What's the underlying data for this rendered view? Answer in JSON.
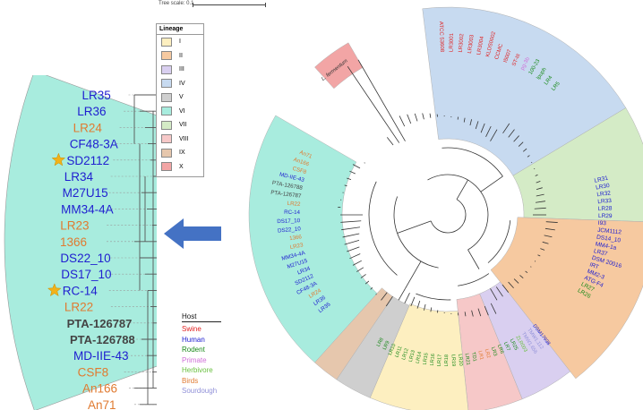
{
  "tree_scale": {
    "label": "Tree scale: 0.1"
  },
  "lineage_legend": {
    "title": "Lineage",
    "items": [
      {
        "label": "I",
        "color": "#fdefc0"
      },
      {
        "label": "II",
        "color": "#f6c9a0"
      },
      {
        "label": "III",
        "color": "#d9cff0"
      },
      {
        "label": "IV",
        "color": "#c7daf0"
      },
      {
        "label": "V",
        "color": "#cfcfcf"
      },
      {
        "label": "VI",
        "color": "#a8ecde"
      },
      {
        "label": "VII",
        "color": "#d4ebc6"
      },
      {
        "label": "VIII",
        "color": "#f6c8c8"
      },
      {
        "label": "IX",
        "color": "#e6c7ad"
      },
      {
        "label": "X",
        "color": "#f2a5a5"
      }
    ]
  },
  "host_legend": {
    "title": "Host",
    "items": [
      {
        "label": "Swine",
        "color": "#e02020"
      },
      {
        "label": "Human",
        "color": "#2020d0"
      },
      {
        "label": "Rodent",
        "color": "#1a8a1a"
      },
      {
        "label": "Primate",
        "color": "#d070d8"
      },
      {
        "label": "Herbivore",
        "color": "#6ac040"
      },
      {
        "label": "Birds",
        "color": "#e07a30"
      },
      {
        "label": "Sourdough",
        "color": "#9090d8"
      }
    ]
  },
  "zoom_panel": {
    "strains": [
      {
        "label": "LR35",
        "color": "#2020d0"
      },
      {
        "label": "LR36",
        "color": "#2020d0"
      },
      {
        "label": "LR24",
        "color": "#e07a30"
      },
      {
        "label": "CF48-3A",
        "color": "#2020d0"
      },
      {
        "label": "SD2112",
        "color": "#2020d0",
        "star": true
      },
      {
        "label": "LR34",
        "color": "#2020d0"
      },
      {
        "label": "M27U15",
        "color": "#2020d0"
      },
      {
        "label": "MM34-4A",
        "color": "#2020d0"
      },
      {
        "label": "LR23",
        "color": "#e07a30"
      },
      {
        "label": "1366",
        "color": "#e07a30"
      },
      {
        "label": "DS22_10",
        "color": "#2020d0"
      },
      {
        "label": "DS17_10",
        "color": "#2020d0"
      },
      {
        "label": "RC-14",
        "color": "#2020d0",
        "star": true
      },
      {
        "label": "LR22",
        "color": "#e07a30"
      },
      {
        "label": "PTA-126787",
        "color": "#444444",
        "bold": true
      },
      {
        "label": "PTA-126788",
        "color": "#444444",
        "bold": true
      },
      {
        "label": "MD-IIE-43",
        "color": "#2020d0"
      },
      {
        "label": "CSF8",
        "color": "#e07a30"
      },
      {
        "label": "An166",
        "color": "#e07a30"
      },
      {
        "label": "An71",
        "color": "#e07a30"
      }
    ]
  },
  "tree": {
    "outgroup_label": "L. fermentum",
    "right_labels": [
      {
        "label": "LR31",
        "color": "#2020d0"
      },
      {
        "label": "LR30",
        "color": "#2020d0"
      },
      {
        "label": "LR32",
        "color": "#2020d0"
      },
      {
        "label": "LR33",
        "color": "#2020d0"
      },
      {
        "label": "LR28",
        "color": "#2020d0"
      },
      {
        "label": "LR29",
        "color": "#2020d0"
      },
      {
        "label": "I93",
        "color": "#2020d0"
      },
      {
        "label": "JCM1112",
        "color": "#2020d0"
      },
      {
        "label": "DS14_10",
        "color": "#2020d0"
      },
      {
        "label": "MM4-1a",
        "color": "#2020d0"
      },
      {
        "label": "LR37",
        "color": "#2020d0"
      },
      {
        "label": "DSM 20016",
        "color": "#2020d0"
      },
      {
        "label": "IRT",
        "color": "#2020d0"
      },
      {
        "label": "MM2-3",
        "color": "#2020d0"
      },
      {
        "label": "ATG-F4",
        "color": "#2020d0"
      },
      {
        "label": "LR27",
        "color": "#1a8a1a"
      },
      {
        "label": "LR26",
        "color": "#1a8a1a"
      }
    ],
    "top_labels": [
      {
        "label": "ATCC 53608",
        "color": "#e02020"
      },
      {
        "label": "LR3001",
        "color": "#e02020"
      },
      {
        "label": "LR3002",
        "color": "#e02020"
      },
      {
        "label": "LR3003",
        "color": "#e02020"
      },
      {
        "label": "LR3004",
        "color": "#e02020"
      },
      {
        "label": "KLDS0002",
        "color": "#e02020"
      },
      {
        "label": "CCMC",
        "color": "#e02020"
      },
      {
        "label": "I5007",
        "color": "#e02020"
      },
      {
        "label": "ST-III",
        "color": "#e02020"
      },
      {
        "label": "pg-3b",
        "color": "#d070d8"
      },
      {
        "label": "100-23",
        "color": "#1a8a1a"
      },
      {
        "label": "lpuph",
        "color": "#1a8a1a"
      },
      {
        "label": "LR4",
        "color": "#1a8a1a"
      },
      {
        "label": "LR5",
        "color": "#1a8a1a"
      }
    ],
    "inner_labels": [
      {
        "label": "LR35",
        "color": "#2020d0"
      },
      {
        "label": "LR36",
        "color": "#2020d0"
      },
      {
        "label": "LR24",
        "color": "#e07a30"
      },
      {
        "label": "CF48-3A",
        "color": "#2020d0"
      },
      {
        "label": "SD2112",
        "color": "#2020d0"
      },
      {
        "label": "LR34",
        "color": "#2020d0"
      },
      {
        "label": "M27U15",
        "color": "#2020d0"
      },
      {
        "label": "MM34-4A",
        "color": "#2020d0"
      },
      {
        "label": "LR23",
        "color": "#e07a30"
      },
      {
        "label": "1366",
        "color": "#e07a30"
      },
      {
        "label": "DS22_10",
        "color": "#2020d0"
      },
      {
        "label": "DS17_10",
        "color": "#2020d0"
      },
      {
        "label": "RC-14",
        "color": "#2020d0"
      },
      {
        "label": "LR22",
        "color": "#e07a30"
      },
      {
        "label": "PTA-126787",
        "color": "#444444"
      },
      {
        "label": "PTA-126788",
        "color": "#444444"
      },
      {
        "label": "MD-IIE-43",
        "color": "#2020d0"
      },
      {
        "label": "CSF8",
        "color": "#e07a30"
      },
      {
        "label": "An166",
        "color": "#e07a30"
      },
      {
        "label": "An71",
        "color": "#e07a30"
      }
    ],
    "bottom_labels": [
      {
        "label": "LR8",
        "color": "#1a8a1a"
      },
      {
        "label": "LR9",
        "color": "#1a8a1a"
      },
      {
        "label": "LR10",
        "color": "#1a8a1a"
      },
      {
        "label": "LR11",
        "color": "#1a8a1a"
      },
      {
        "label": "LR12",
        "color": "#1a8a1a"
      },
      {
        "label": "LR13",
        "color": "#1a8a1a"
      },
      {
        "label": "LR14",
        "color": "#1a8a1a"
      },
      {
        "label": "LR15",
        "color": "#1a8a1a"
      },
      {
        "label": "LR16",
        "color": "#1a8a1a"
      },
      {
        "label": "LR17",
        "color": "#1a8a1a"
      },
      {
        "label": "LR18",
        "color": "#1a8a1a"
      },
      {
        "label": "LR19",
        "color": "#1a8a1a"
      },
      {
        "label": "LR20",
        "color": "#1a8a1a"
      },
      {
        "label": "LR21",
        "color": "#1a8a1a"
      },
      {
        "label": "TD1",
        "color": "#1a8a1a"
      },
      {
        "label": "LR1",
        "color": "#e07a30"
      },
      {
        "label": "LR2",
        "color": "#e07a30"
      },
      {
        "label": "LR3",
        "color": "#1a8a1a"
      },
      {
        "label": "LR6",
        "color": "#1a8a1a"
      },
      {
        "label": "LR7",
        "color": "#1a8a1a"
      },
      {
        "label": "LR25",
        "color": "#1a8a1a"
      },
      {
        "label": "ZLR003",
        "color": "#6ac040"
      },
      {
        "label": "TMW1.656",
        "color": "#9090d8"
      },
      {
        "label": "TMW1.112",
        "color": "#9090d8"
      },
      {
        "label": "DSM17938",
        "color": "#2020d0"
      }
    ]
  }
}
